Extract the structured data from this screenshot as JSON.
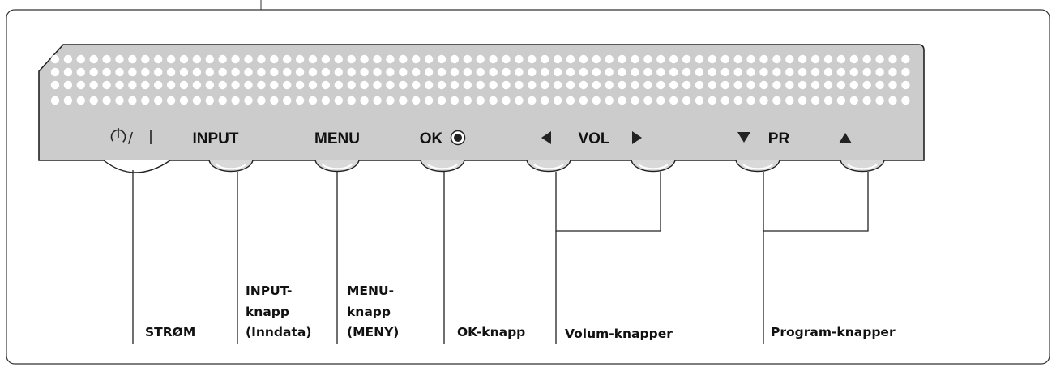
{
  "panel": {
    "power_symbol": "⏻/ |",
    "buttons": [
      {
        "id": "input",
        "label": "INPUT"
      },
      {
        "id": "menu",
        "label": "MENU"
      },
      {
        "id": "ok",
        "label": "OK"
      },
      {
        "id": "vol",
        "label": "VOL"
      },
      {
        "id": "pr",
        "label": "PR"
      }
    ]
  },
  "callouts": {
    "power": [
      "STRØM"
    ],
    "input": [
      "INPUT-",
      "knapp",
      "(Inndata)"
    ],
    "menu": [
      "MENU-",
      "knapp",
      "(MENY)"
    ],
    "ok": [
      "OK-knapp"
    ],
    "volume": [
      "Volum-knapper"
    ],
    "program": [
      "Program-knapper"
    ]
  },
  "icons": {
    "power": "power-icon",
    "ok": "ok-circle-icon",
    "vol_down": "triangle-left-icon",
    "vol_up": "triangle-right-icon",
    "pr_down": "triangle-down-icon",
    "pr_up": "triangle-up-icon"
  },
  "colors": {
    "panel": "#cccccc",
    "dots": "#ffffff",
    "knob": "#d9d9d9",
    "outline": "#222222"
  }
}
